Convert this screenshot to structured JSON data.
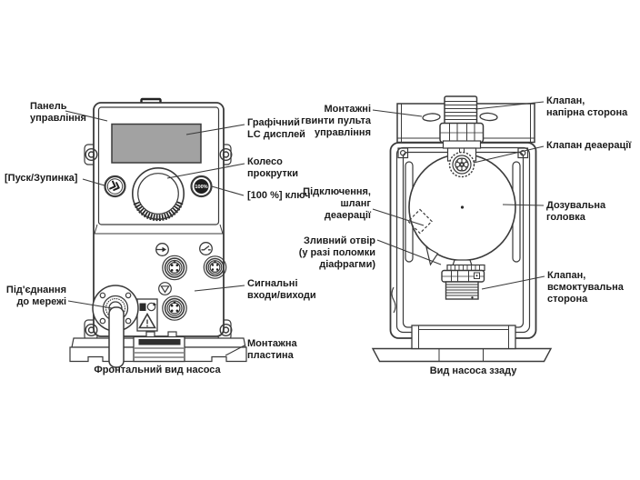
{
  "diagram": {
    "front_view": {
      "caption": "Фронтальний вид насоса",
      "labels": {
        "control_panel": "Панель\nуправління",
        "lc_display": "Графічний\nLC дисплей",
        "scroll_wheel": "Колесо\nпрокрутки",
        "start_stop": "[Пуск/Зупинка]",
        "key_100": "[100 %] ключ",
        "mains_connection": "Під'єднання\nдо мережі",
        "signal_io": "Сигнальні\nвходи/виходи",
        "mounting_plate": "Монтажна\nпластина"
      },
      "button_100_label": "100%"
    },
    "rear_view": {
      "caption": "Вид насоса ззаду",
      "labels": {
        "panel_screws": "Монтажні\nгвинти пульта\nуправління",
        "valve_discharge": "Клапан,\nнапірна сторона",
        "deaeration_valve": "Клапан деаерації",
        "deaeration_hose": "Підключення,\nшланг\nдеаерації",
        "dosing_head": "Дозувальна головка",
        "drain_opening": "Зливний отвір\n(у разі поломки\nдіафрагми)",
        "valve_suction": "Клапан,\nвсмоктувальна\nсторона"
      }
    },
    "colors": {
      "line": "#3a3a3a",
      "display_fill": "#a2a2a2",
      "dark": "#1f1f1f"
    }
  }
}
